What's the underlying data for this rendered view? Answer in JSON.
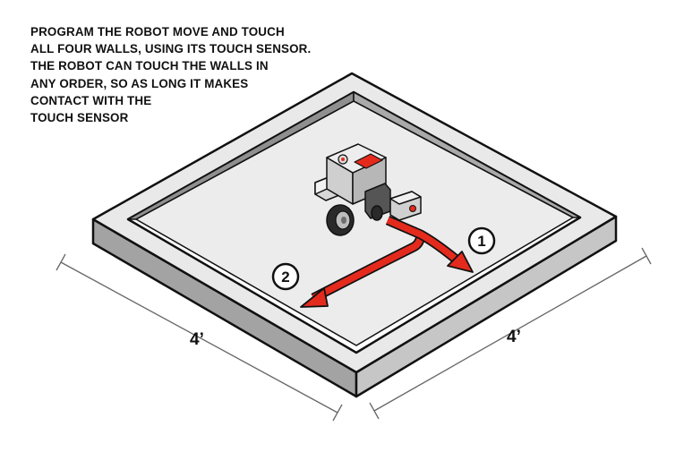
{
  "instructions": {
    "lines": [
      "PROGRAM THE ROBOT MOVE AND TOUCH",
      "ALL FOUR WALLS, USING ITS TOUCH SENSOR.",
      "THE ROBOT CAN TOUCH THE WALLS IN",
      "ANY ORDER, SO AS LONG IT MAKES",
      "CONTACT WITH THE",
      "TOUCH SENSOR"
    ]
  },
  "dimensions": {
    "left_side": "4’",
    "right_side": "4’"
  },
  "steps": [
    {
      "number": "1"
    },
    {
      "number": "2"
    }
  ],
  "colors": {
    "wall_top": "#e9e9e9",
    "wall_side": "#a3a3a3",
    "floor": "#ececec",
    "arrow": "#e42a1d",
    "robot_screen": "#e42a1d",
    "outline": "#111111"
  }
}
